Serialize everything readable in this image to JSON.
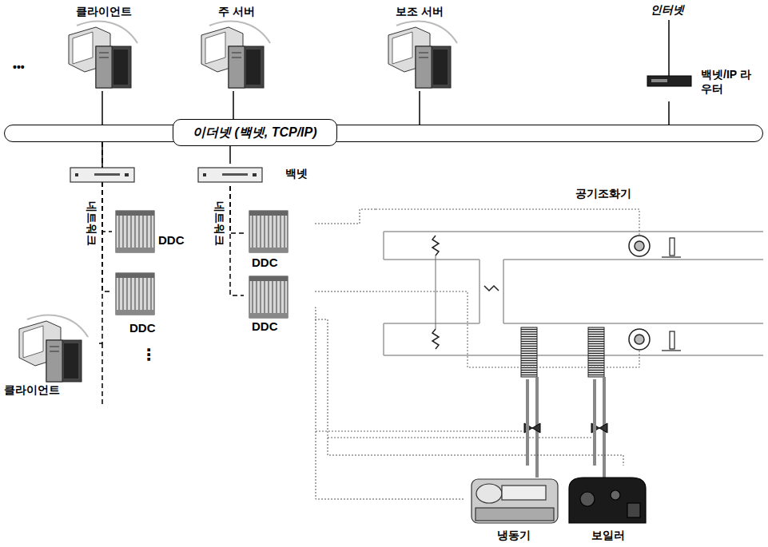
{
  "diagram": {
    "nodes": [
      {
        "text": [
          "이더넷 (백넷, TCP/IP)"
        ]
      },
      {
        "text": [
          "클라이언트"
        ]
      },
      {
        "text": [
          "주 서버"
        ]
      },
      {
        "text": [
          "보조 서버"
        ]
      },
      {
        "text": [
          "백넷/IP 라우터"
        ]
      },
      {
        "text": [
          "백넷"
        ]
      },
      {
        "text": [
          "DDC"
        ]
      },
      {
        "text": [
          "DDC"
        ]
      },
      {
        "text": [
          "DDC"
        ]
      },
      {
        "text": [
          "DDC"
        ]
      },
      {
        "text": [
          "클라이언트"
        ]
      },
      {
        "text": [
          "공기조화기"
        ]
      },
      {
        "text": [
          "냉동기"
        ]
      },
      {
        "text": [
          "보일러"
        ]
      }
    ],
    "edges": [
      {
        "from": 1,
        "to": 0,
        "arrow": "none"
      },
      {
        "from": 2,
        "to": 0,
        "arrow": "none"
      },
      {
        "from": 3,
        "to": 0,
        "arrow": "none"
      },
      {
        "from": 4,
        "to": 0,
        "arrow": "none"
      },
      {
        "from": 0,
        "to": 5,
        "arrow": "none"
      },
      {
        "from": 0,
        "to": 6,
        "arrow": "none"
      },
      {
        "from": 0,
        "to": 7,
        "arrow": "none"
      },
      {
        "from": 0,
        "to": 10,
        "arrow": "none"
      },
      {
        "from": 5,
        "to": 8,
        "arrow": "none"
      },
      {
        "from": 5,
        "to": 9,
        "arrow": "none"
      },
      {
        "from": 8,
        "to": 11,
        "arrow": "none"
      },
      {
        "from": 9,
        "to": 11,
        "arrow": "none"
      },
      {
        "from": 9,
        "to": 12,
        "arrow": "none"
      },
      {
        "from": 9,
        "to": 13,
        "arrow": "none"
      },
      {
        "from": 11,
        "to": 12,
        "arrow": "none"
      },
      {
        "from": 11,
        "to": 13,
        "arrow": "none"
      }
    ],
    "labels": [
      "인터넷",
      "•••",
      "네트워크",
      "네트워크",
      "⋮"
    ]
  }
}
